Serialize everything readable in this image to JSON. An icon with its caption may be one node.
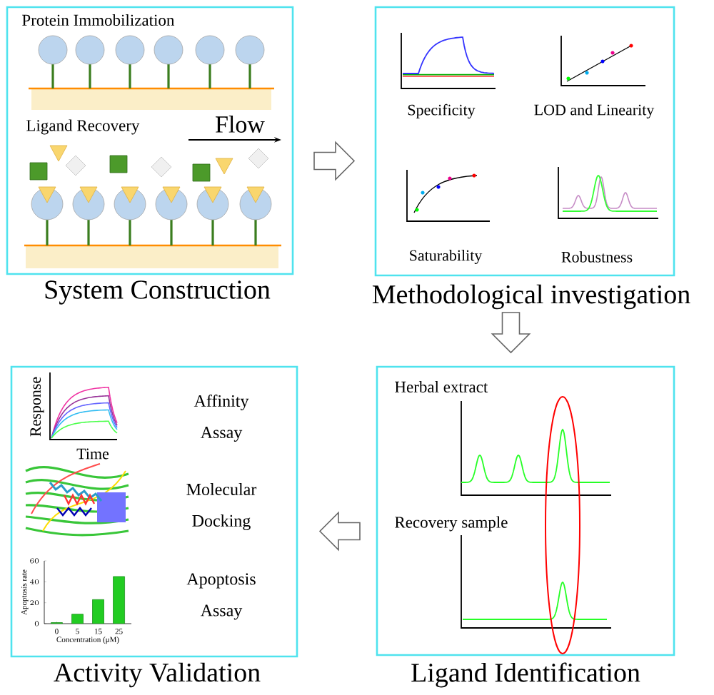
{
  "diagram": {
    "nodes": [
      {
        "text": [
          "Protein Immobilization",
          "Ligand Recovery",
          "Flow",
          "System Construction"
        ]
      },
      {
        "text": [
          "Specificity",
          "LOD and Linearity",
          "Saturability",
          "Robustness",
          "Methodological investigation"
        ]
      },
      {
        "text": [
          "Response",
          "Time",
          "Affinity Assay",
          "Molecular Docking",
          "Apoptosis Assay",
          "Activity Validation"
        ]
      },
      {
        "text": [
          "Herbal extract",
          "Recovery sample",
          "Ligand Identification"
        ]
      }
    ],
    "edges": [
      {
        "from": 0,
        "to": 1,
        "arrow": "to"
      },
      {
        "from": 1,
        "to": 3,
        "arrow": "to"
      },
      {
        "from": 3,
        "to": 2,
        "arrow": "to"
      }
    ],
    "chart_data": {
      "type": "bar",
      "xlabel": "Concentration (μM)",
      "ylabel": "Apoptosis rate",
      "categories": [
        "0",
        "5",
        "15",
        "25"
      ],
      "series": [
        {
          "color": "#22cc22",
          "values": [
            1,
            9,
            23,
            45
          ]
        }
      ],
      "ylim": [
        0,
        60
      ],
      "yticks": [
        0,
        20,
        40,
        60
      ]
    }
  }
}
